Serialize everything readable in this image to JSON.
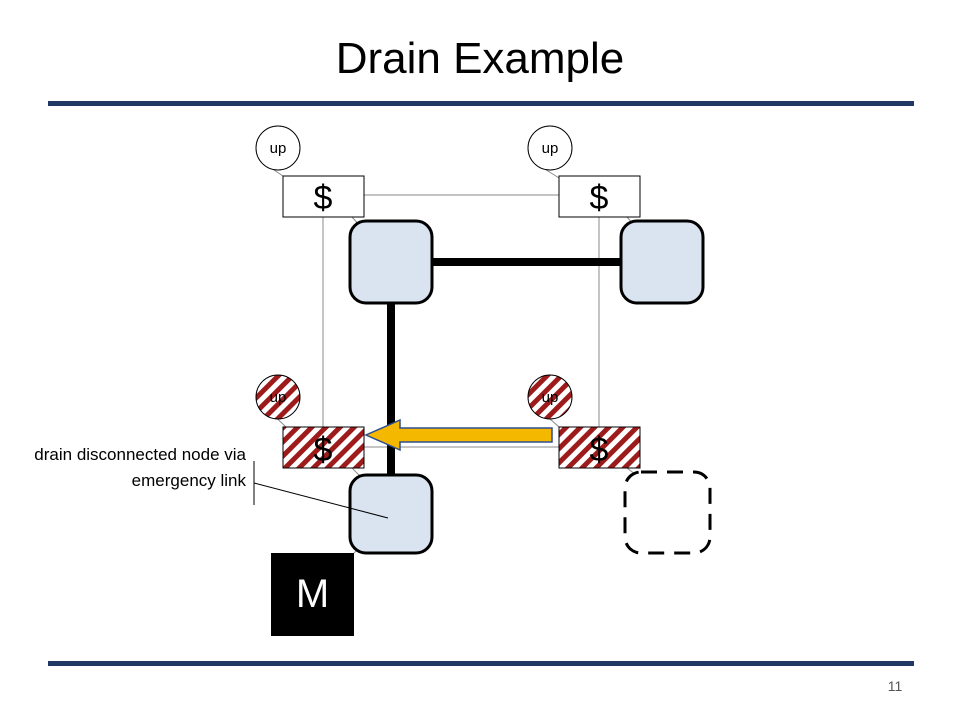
{
  "title": "Drain Example",
  "page_number": "11",
  "callout": "drain disconnected node via emergency link",
  "memory_label": "M",
  "cache_label": "$",
  "up_label": "up",
  "colors": {
    "rule": "#1f3864",
    "node_fill": "#dae3f0",
    "hatch_red": "#9e1b1b",
    "arrow_fill": "#f5b800",
    "arrow_stroke": "#2f4f8f"
  }
}
